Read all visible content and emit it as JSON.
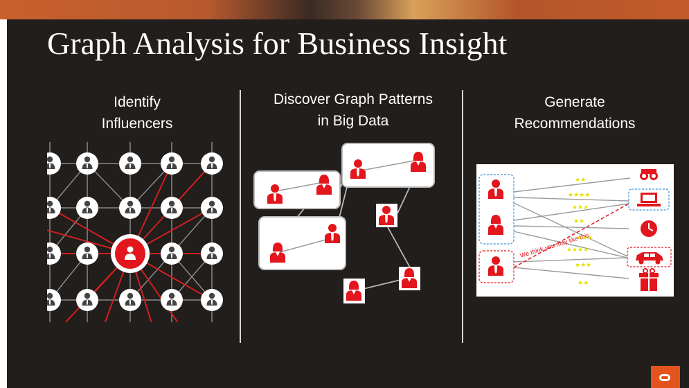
{
  "slide": {
    "title": "Graph Analysis for Business Insight",
    "sections": [
      {
        "heading_line1": "Identify",
        "heading_line2": "Influencers"
      },
      {
        "heading_line1": "Discover Graph Patterns",
        "heading_line2": "in Big Data"
      },
      {
        "heading_line1": "Generate",
        "heading_line2": "Recommendations"
      }
    ],
    "recommendation_caption": "We think you may like this",
    "colors": {
      "background": "#211e1c",
      "accent": "#e2161c",
      "text": "#ffffff",
      "logo": "#e2541c"
    },
    "icons": [
      "person-icon",
      "binoculars-icon",
      "laptop-icon",
      "clock-icon",
      "car-icon",
      "gift-icon",
      "star-icon",
      "oracle-logo"
    ]
  }
}
